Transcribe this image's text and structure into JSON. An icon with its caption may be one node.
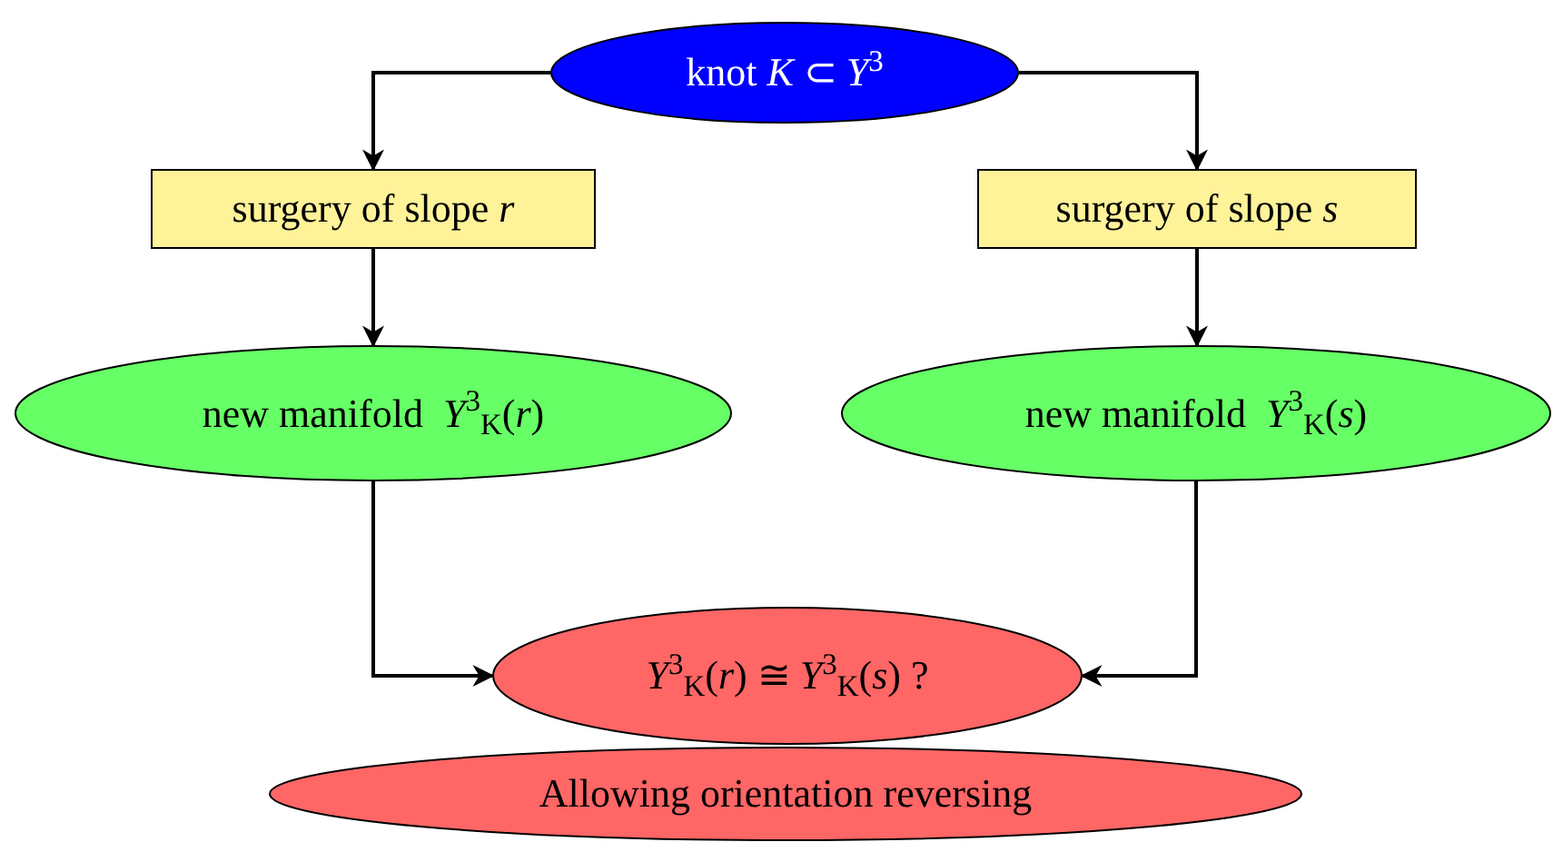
{
  "diagram": {
    "nodes": [
      {
        "text": [
          "knot *K* ⊂ *Y*$^{3}$"
        ]
      },
      {
        "text": [
          "surgery of slope *r*"
        ]
      },
      {
        "text": [
          "surgery of slope *s*"
        ]
      },
      {
        "text": [
          "new manifold  *Y*$^{3}$$_{K}$(*r*)"
        ]
      },
      {
        "text": [
          "new manifold  *Y*$^{3}$$_{K}$(*s*)"
        ]
      },
      {
        "text": [
          "*Y*$^{3}$$_{K}$(*r*) ≅ *Y*$^{3}$$_{K}$(*s*) ?"
        ]
      },
      {
        "text": [
          "Allowing orientation reversing"
        ]
      }
    ],
    "edges": [
      {
        "from": 0,
        "to": 1,
        "arrow": "to"
      },
      {
        "from": 0,
        "to": 2,
        "arrow": "to"
      },
      {
        "from": 1,
        "to": 3,
        "arrow": "to"
      },
      {
        "from": 2,
        "to": 4,
        "arrow": "to"
      },
      {
        "from": 3,
        "to": 5,
        "arrow": "to"
      },
      {
        "from": 4,
        "to": 5,
        "arrow": "to"
      }
    ]
  }
}
